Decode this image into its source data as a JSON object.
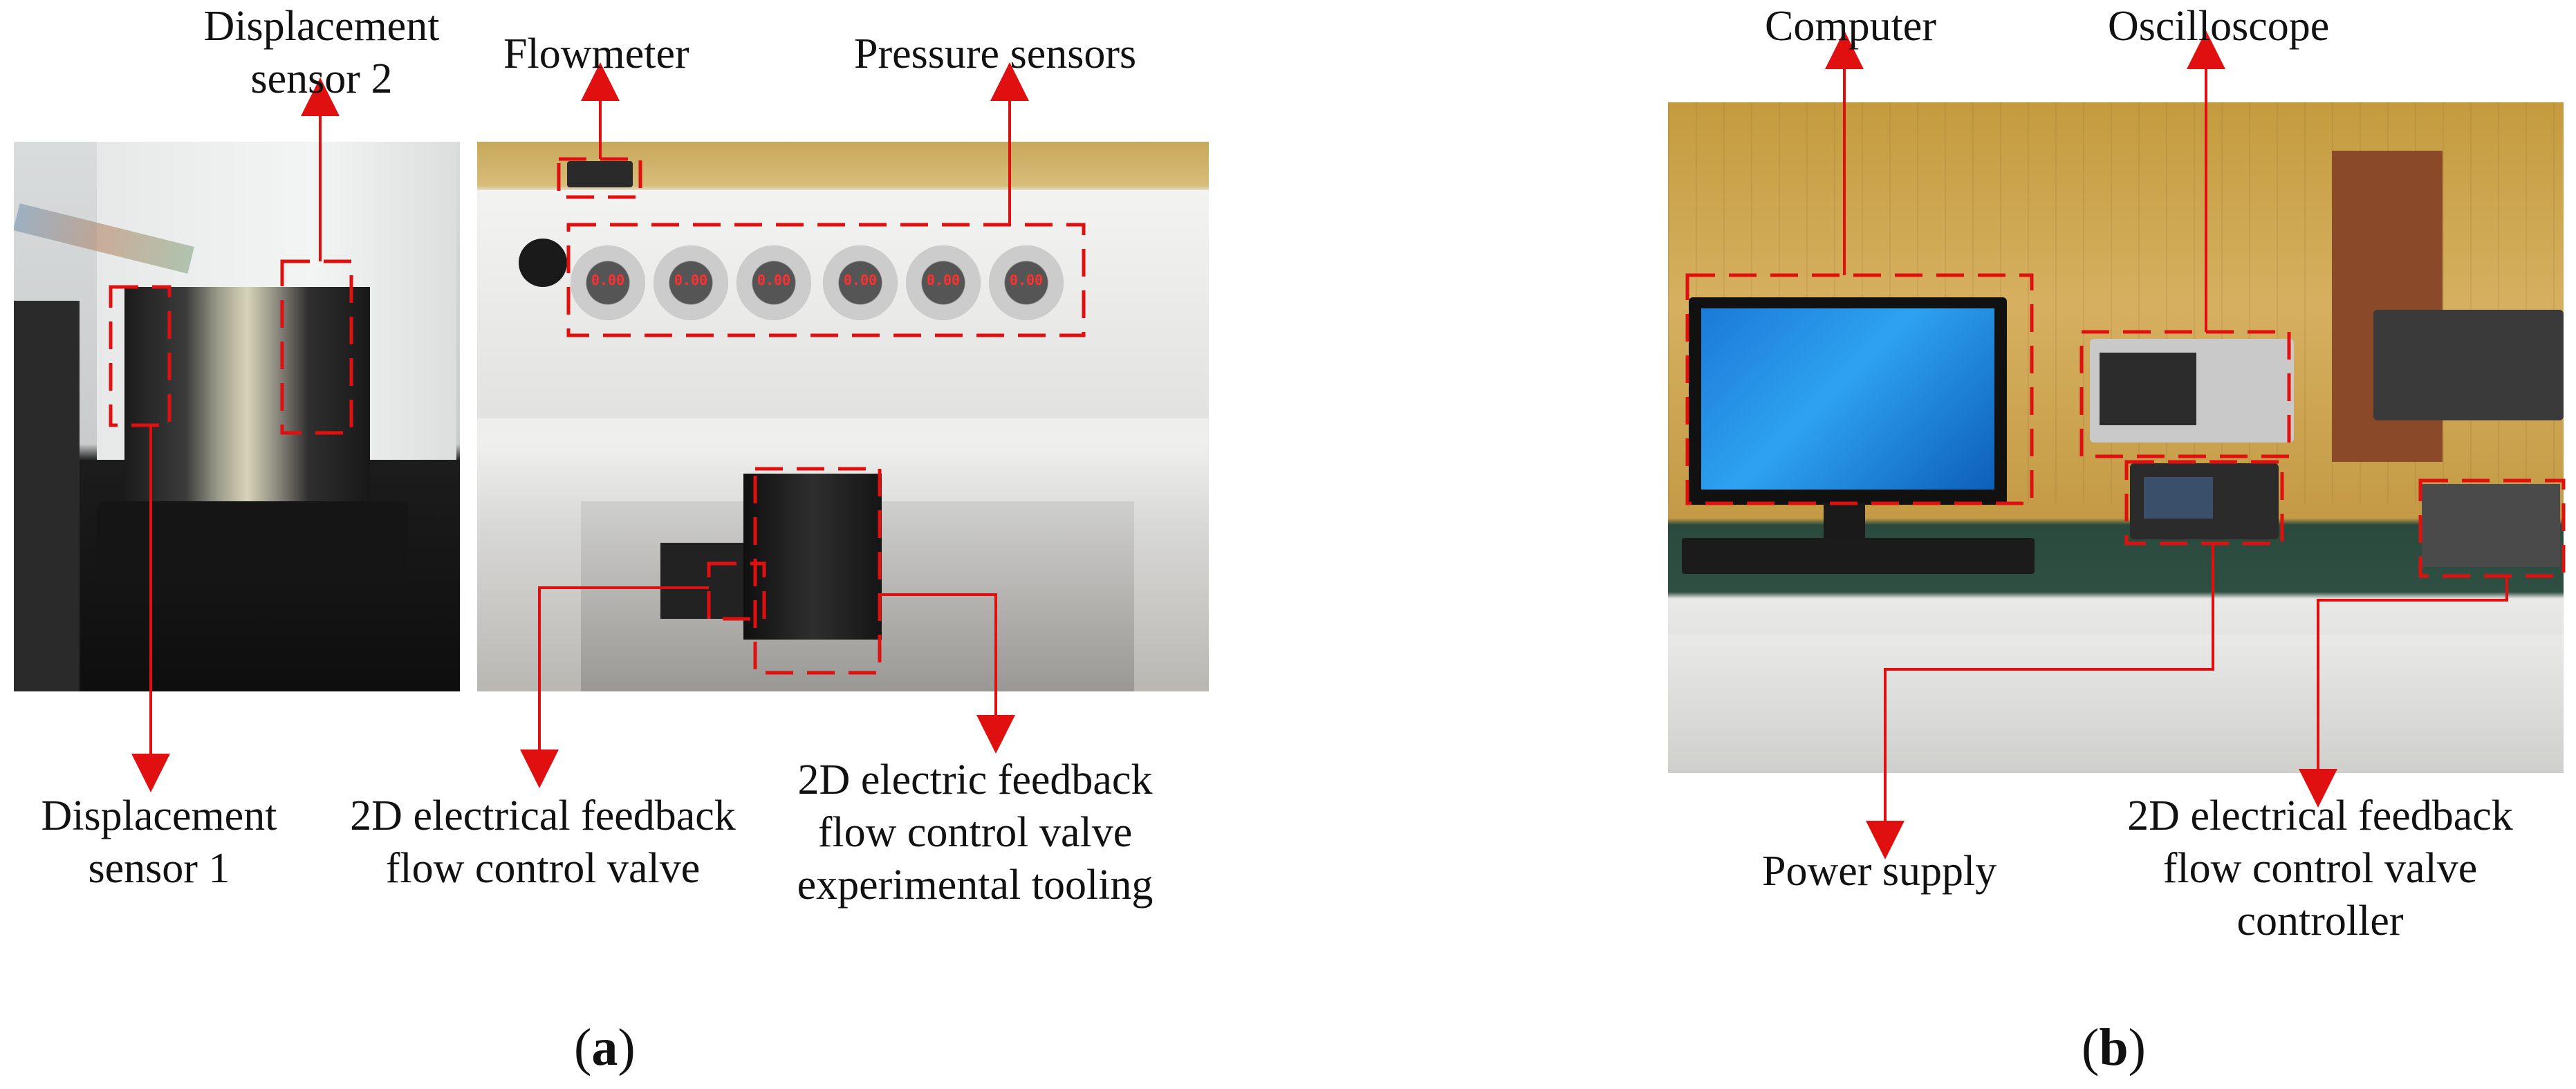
{
  "labels": {
    "displacement_sensor_2": [
      "Displacement",
      "sensor 2"
    ],
    "flowmeter": "Flowmeter",
    "pressure_sensors": "Pressure sensors",
    "displacement_sensor_1": [
      "Displacement",
      "sensor 1"
    ],
    "valve": [
      "2D electrical feedback",
      "flow control valve"
    ],
    "tooling": [
      "2D electric feedback",
      "flow control valve",
      "experimental tooling"
    ],
    "computer": "Computer",
    "oscilloscope": "Oscilloscope",
    "power_supply": "Power supply",
    "controller": [
      "2D electrical feedback",
      "flow control valve",
      "controller"
    ]
  },
  "gauge_readings": [
    "0.00",
    "0.00",
    "0.00",
    "0.00",
    "0.00",
    "0.00"
  ],
  "captions": {
    "a": "a",
    "b": "b"
  },
  "colors": {
    "annotation": "#e01010"
  }
}
